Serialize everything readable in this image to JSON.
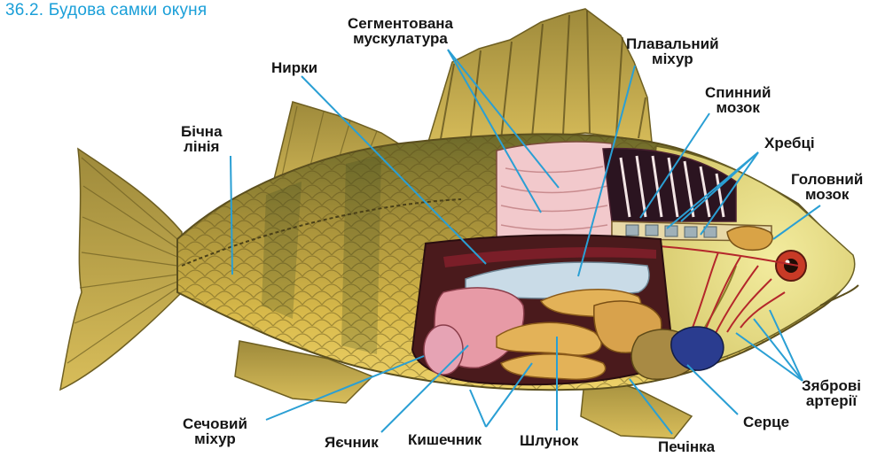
{
  "figure": {
    "title": "36.2. Будова самки окуня"
  },
  "labels": {
    "segmented_muscles": [
      "Сегментована",
      "мускулатура"
    ],
    "kidneys": "Нирки",
    "lateral_line": [
      "Бічна",
      "лінія"
    ],
    "swim_bladder": [
      "Плавальний",
      "міхур"
    ],
    "spinal_cord": [
      "Спинний",
      "мозок"
    ],
    "vertebrae": "Хребці",
    "brain": [
      "Головний",
      "мозок"
    ],
    "gill_arteries": [
      "Зяброві",
      "артерії"
    ],
    "heart": "Серце",
    "liver": "Печінка",
    "stomach": "Шлунок",
    "intestine": "Кишечник",
    "ovary": "Яєчник",
    "urinary_bladder": [
      "Сечовий",
      "міхур"
    ]
  },
  "colors": {
    "label_line": "#2a9fd4",
    "title": "#1a9fd8",
    "body": "#b79a2e",
    "belly": "#e7cd5c",
    "fin": "#b59338",
    "head": "#e6dd85"
  }
}
